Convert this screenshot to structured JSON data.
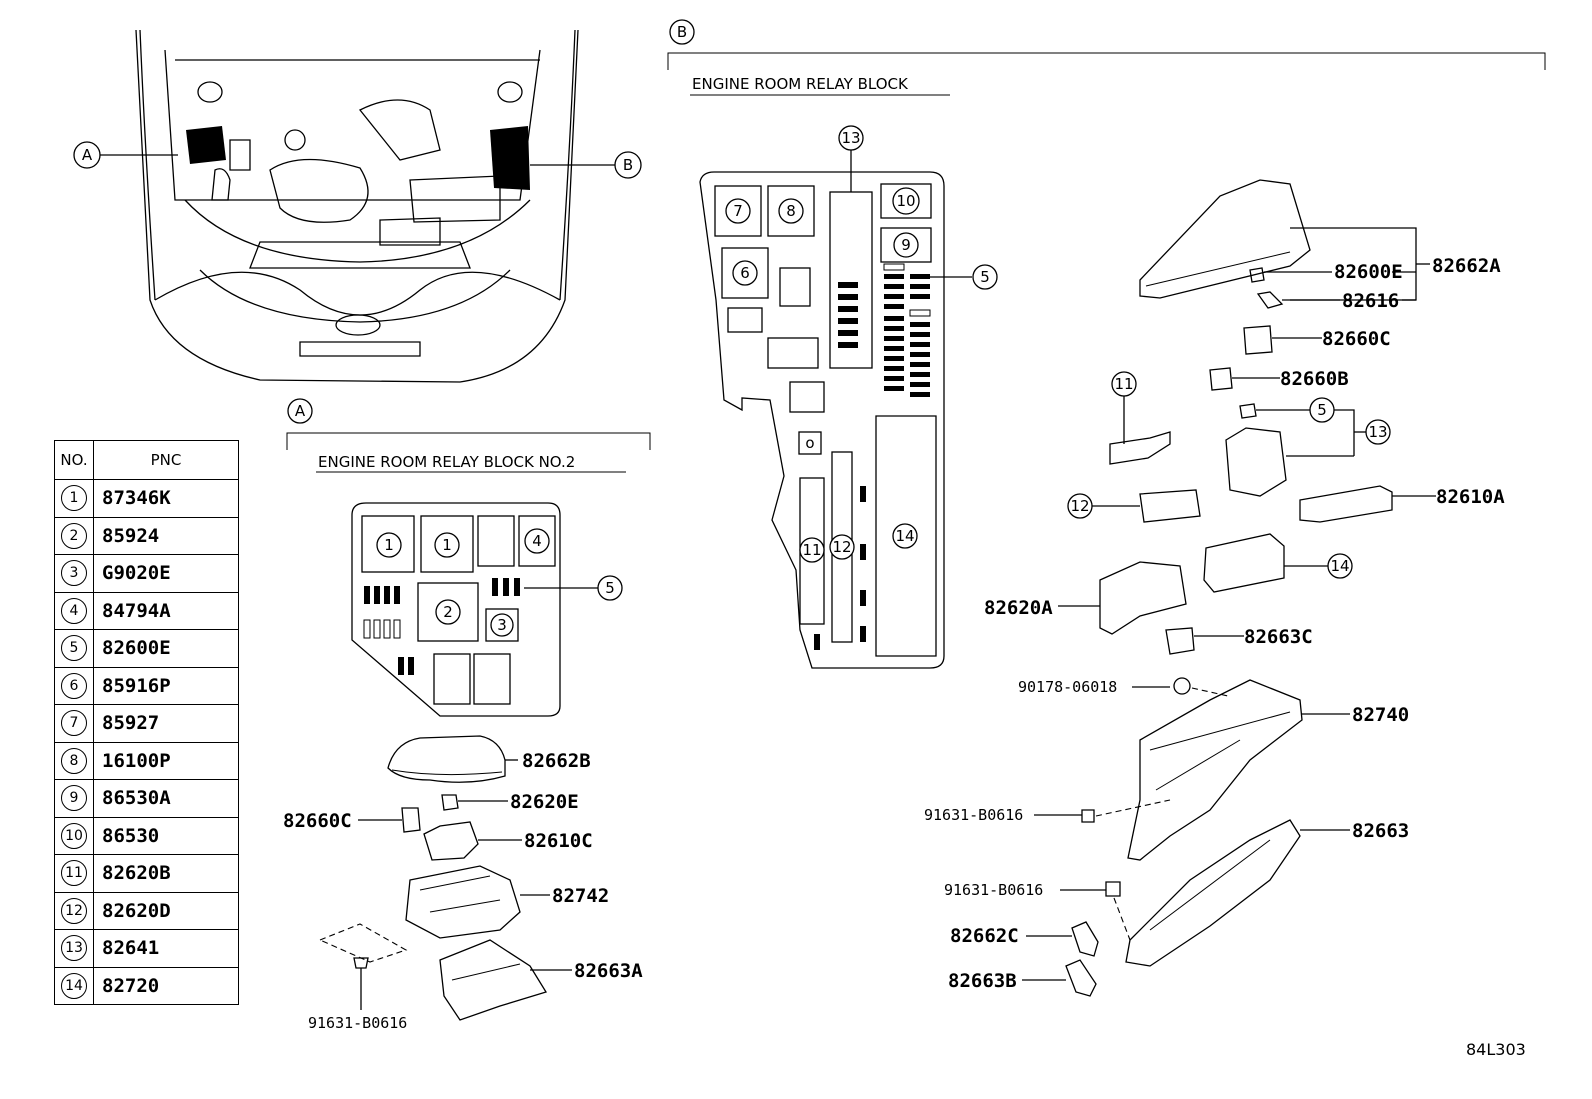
{
  "callouts": {
    "A": "A",
    "B": "B",
    "n1": "1",
    "n2": "2",
    "n3": "3",
    "n4": "4",
    "n5": "5",
    "n6": "6",
    "n7": "7",
    "n8": "8",
    "n9": "9",
    "n10": "10",
    "n11": "11",
    "n12": "12",
    "n13": "13",
    "n14": "14"
  },
  "titles": {
    "block_a": "ENGINE ROOM RELAY BLOCK NO.2",
    "block_b": "ENGINE ROOM RELAY BLOCK"
  },
  "table": {
    "header_no": "NO.",
    "header_pnc": "PNC",
    "rows": [
      {
        "no": "1",
        "pnc": "87346K"
      },
      {
        "no": "2",
        "pnc": "85924"
      },
      {
        "no": "3",
        "pnc": "G9020E"
      },
      {
        "no": "4",
        "pnc": "84794A"
      },
      {
        "no": "5",
        "pnc": "82600E"
      },
      {
        "no": "6",
        "pnc": "85916P"
      },
      {
        "no": "7",
        "pnc": "85927"
      },
      {
        "no": "8",
        "pnc": "16100P"
      },
      {
        "no": "9",
        "pnc": "86530A"
      },
      {
        "no": "10",
        "pnc": "86530"
      },
      {
        "no": "11",
        "pnc": "82620B"
      },
      {
        "no": "12",
        "pnc": "82620D"
      },
      {
        "no": "13",
        "pnc": "82641"
      },
      {
        "no": "14",
        "pnc": "82720"
      }
    ]
  },
  "parts_a": {
    "p82662B": "82662B",
    "p82660C": "82660C",
    "p82620E": "82620E",
    "p82610C": "82610C",
    "p82742": "82742",
    "p82663A": "82663A",
    "p91631": "91631-B0616"
  },
  "parts_b": {
    "p82600E": "82600E",
    "p82662A": "82662A",
    "p82616": "82616",
    "p82660C": "82660C",
    "p82660B": "82660B",
    "p82610A": "82610A",
    "p82620A": "82620A",
    "p82663C": "82663C",
    "p90178": "90178-06018",
    "p82740": "82740",
    "p91631a": "91631-B0616",
    "p82663": "82663",
    "p91631b": "91631-B0616",
    "p82662C": "82662C",
    "p82663B": "82663B"
  },
  "diagram_code": "84L303"
}
